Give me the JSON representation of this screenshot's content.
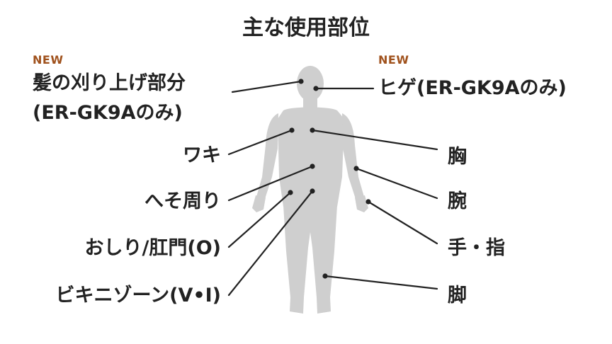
{
  "title": "主な使用部位",
  "colors": {
    "new_badge": "#a0521d",
    "body": "#cfcfcf",
    "lines": "#222222",
    "text": "#222222"
  },
  "labels": {
    "new_left": "NEW",
    "new_right": "NEW",
    "hair_line1": "髪の刈り上げ部分",
    "hair_line2": "(ER-GK9Aのみ)",
    "beard": "ヒゲ(ER-GK9Aのみ)",
    "armpit": "ワキ",
    "chest": "胸",
    "navel": "へそ周り",
    "arm": "腕",
    "buttocks": "おしり/肛門(O)",
    "hand": "手・指",
    "bikini": "ビキニゾーン(V•I)",
    "leg": "脚"
  }
}
